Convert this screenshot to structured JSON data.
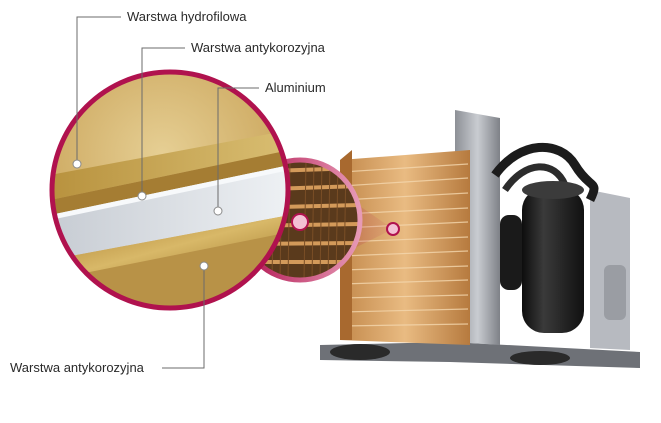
{
  "labels": {
    "hydrophilic_layer": "Warstwa hydrofilowa",
    "anticorrosion_layer_top": "Warstwa antykorozyjna",
    "aluminium": "Aluminium",
    "anticorrosion_layer_bottom": "Warstwa antykorozyjna"
  },
  "colors": {
    "magnifier_ring": "#b0124e",
    "gold_layer": "#c9a24a",
    "aluminium_layer": "#d6dbe2",
    "leader_line": "#6b6b6b"
  }
}
